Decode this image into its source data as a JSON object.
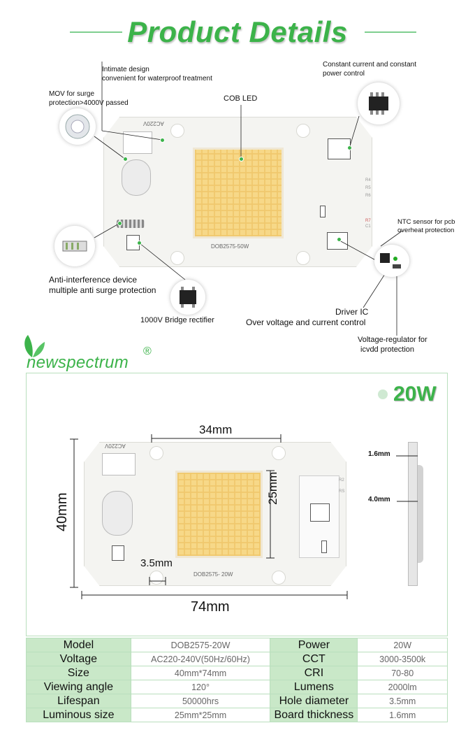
{
  "header": {
    "title": "Product Details"
  },
  "annotations": {
    "waterproof": [
      "Intimate design",
      "convenient for waterproof treatment"
    ],
    "mov": [
      "MOV for surge",
      "protection>4000V passed"
    ],
    "cob": "COB LED",
    "constant": [
      "Constant current and constant",
      "power control"
    ],
    "ntc": [
      "NTC sensor for pcb",
      "overheat protection"
    ],
    "anti_interference": [
      "Anti-interference device",
      "multiple anti surge protection"
    ],
    "bridge": "1000V Bridge rectifier",
    "driver": [
      "Driver IC",
      "Over voltage and current control"
    ],
    "regulator": [
      "Voltage-regulator for",
      "icvdd protection"
    ]
  },
  "board_top": {
    "voltage": "AC220V",
    "model": "DOB2575-50W",
    "resistors": [
      "R4",
      "R5",
      "R6",
      "R7",
      "C1"
    ]
  },
  "brand": {
    "name": "newspectrum",
    "reg": "®"
  },
  "variant": {
    "wattage": "20W"
  },
  "board_spec": {
    "voltage": "AC220V",
    "model": "DOB2575- 20W",
    "resistors": [
      "R2",
      "RS"
    ]
  },
  "dimensions": {
    "chip_width": "34mm",
    "chip_height": "25mm",
    "board_height": "40mm",
    "board_width": "74mm",
    "hole": "3.5mm",
    "side_top": "1.6mm",
    "side_bottom": "4.0mm"
  },
  "specs": [
    {
      "label": "Model",
      "value": "DOB2575-20W",
      "label2": "Power",
      "value2": "20W"
    },
    {
      "label": "Voltage",
      "value": "AC220-240V(50Hz/60Hz)",
      "label2": "CCT",
      "value2": "3000-3500k"
    },
    {
      "label": "Size",
      "value": "40mm*74mm",
      "label2": "CRI",
      "value2": "70-80"
    },
    {
      "label": "Viewing angle",
      "value": "120°",
      "label2": "Lumens",
      "value2": "2000lm"
    },
    {
      "label": "Lifespan",
      "value": "50000hrs",
      "label2": "Hole diameter",
      "value2": "3.5mm"
    },
    {
      "label": "Luminous size",
      "value": "25mm*25mm",
      "label2": "Board thickness",
      "value2": "1.6mm"
    }
  ],
  "colors": {
    "brand_green": "#3cb34a",
    "cob_yellow": "#f7d888",
    "table_green": "#c9e8c8"
  },
  "icons": [
    "leaf-logo-icon",
    "mov-component-icon",
    "chip-icon",
    "bridge-rectifier-icon"
  ]
}
